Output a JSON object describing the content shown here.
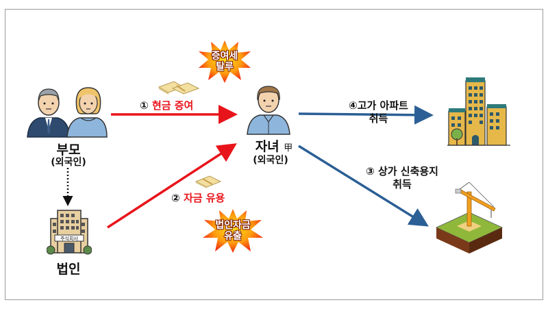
{
  "nodes": {
    "parents": {
      "label": "부모",
      "sublabel": "(외국인)"
    },
    "child": {
      "label": "자녀",
      "mark": "甲",
      "sublabel": "(외국인)"
    },
    "corporation": {
      "label": "법인",
      "sign": "주식회사"
    },
    "apartment": {
      "label": ""
    },
    "land": {
      "label": ""
    }
  },
  "edges": [
    {
      "num": "①",
      "text": "현금 증여",
      "color": "#e8141b"
    },
    {
      "num": "②",
      "text": "자금 유용",
      "color": "#e8141b"
    },
    {
      "num": "③",
      "text": "상가 신축용지",
      "text2": "취득",
      "color": "#2b5f95"
    },
    {
      "num": "④",
      "text": "고가 아파트",
      "text2": "취득",
      "color": "#2b5f95"
    }
  ],
  "bursts": [
    {
      "line1": "증여세",
      "line2": "탈루"
    },
    {
      "line1": "법인자금",
      "line2": "유출"
    }
  ],
  "colors": {
    "red_arrow": "#e8141b",
    "blue_arrow": "#2b5f95",
    "border": "#9a9a9a"
  }
}
